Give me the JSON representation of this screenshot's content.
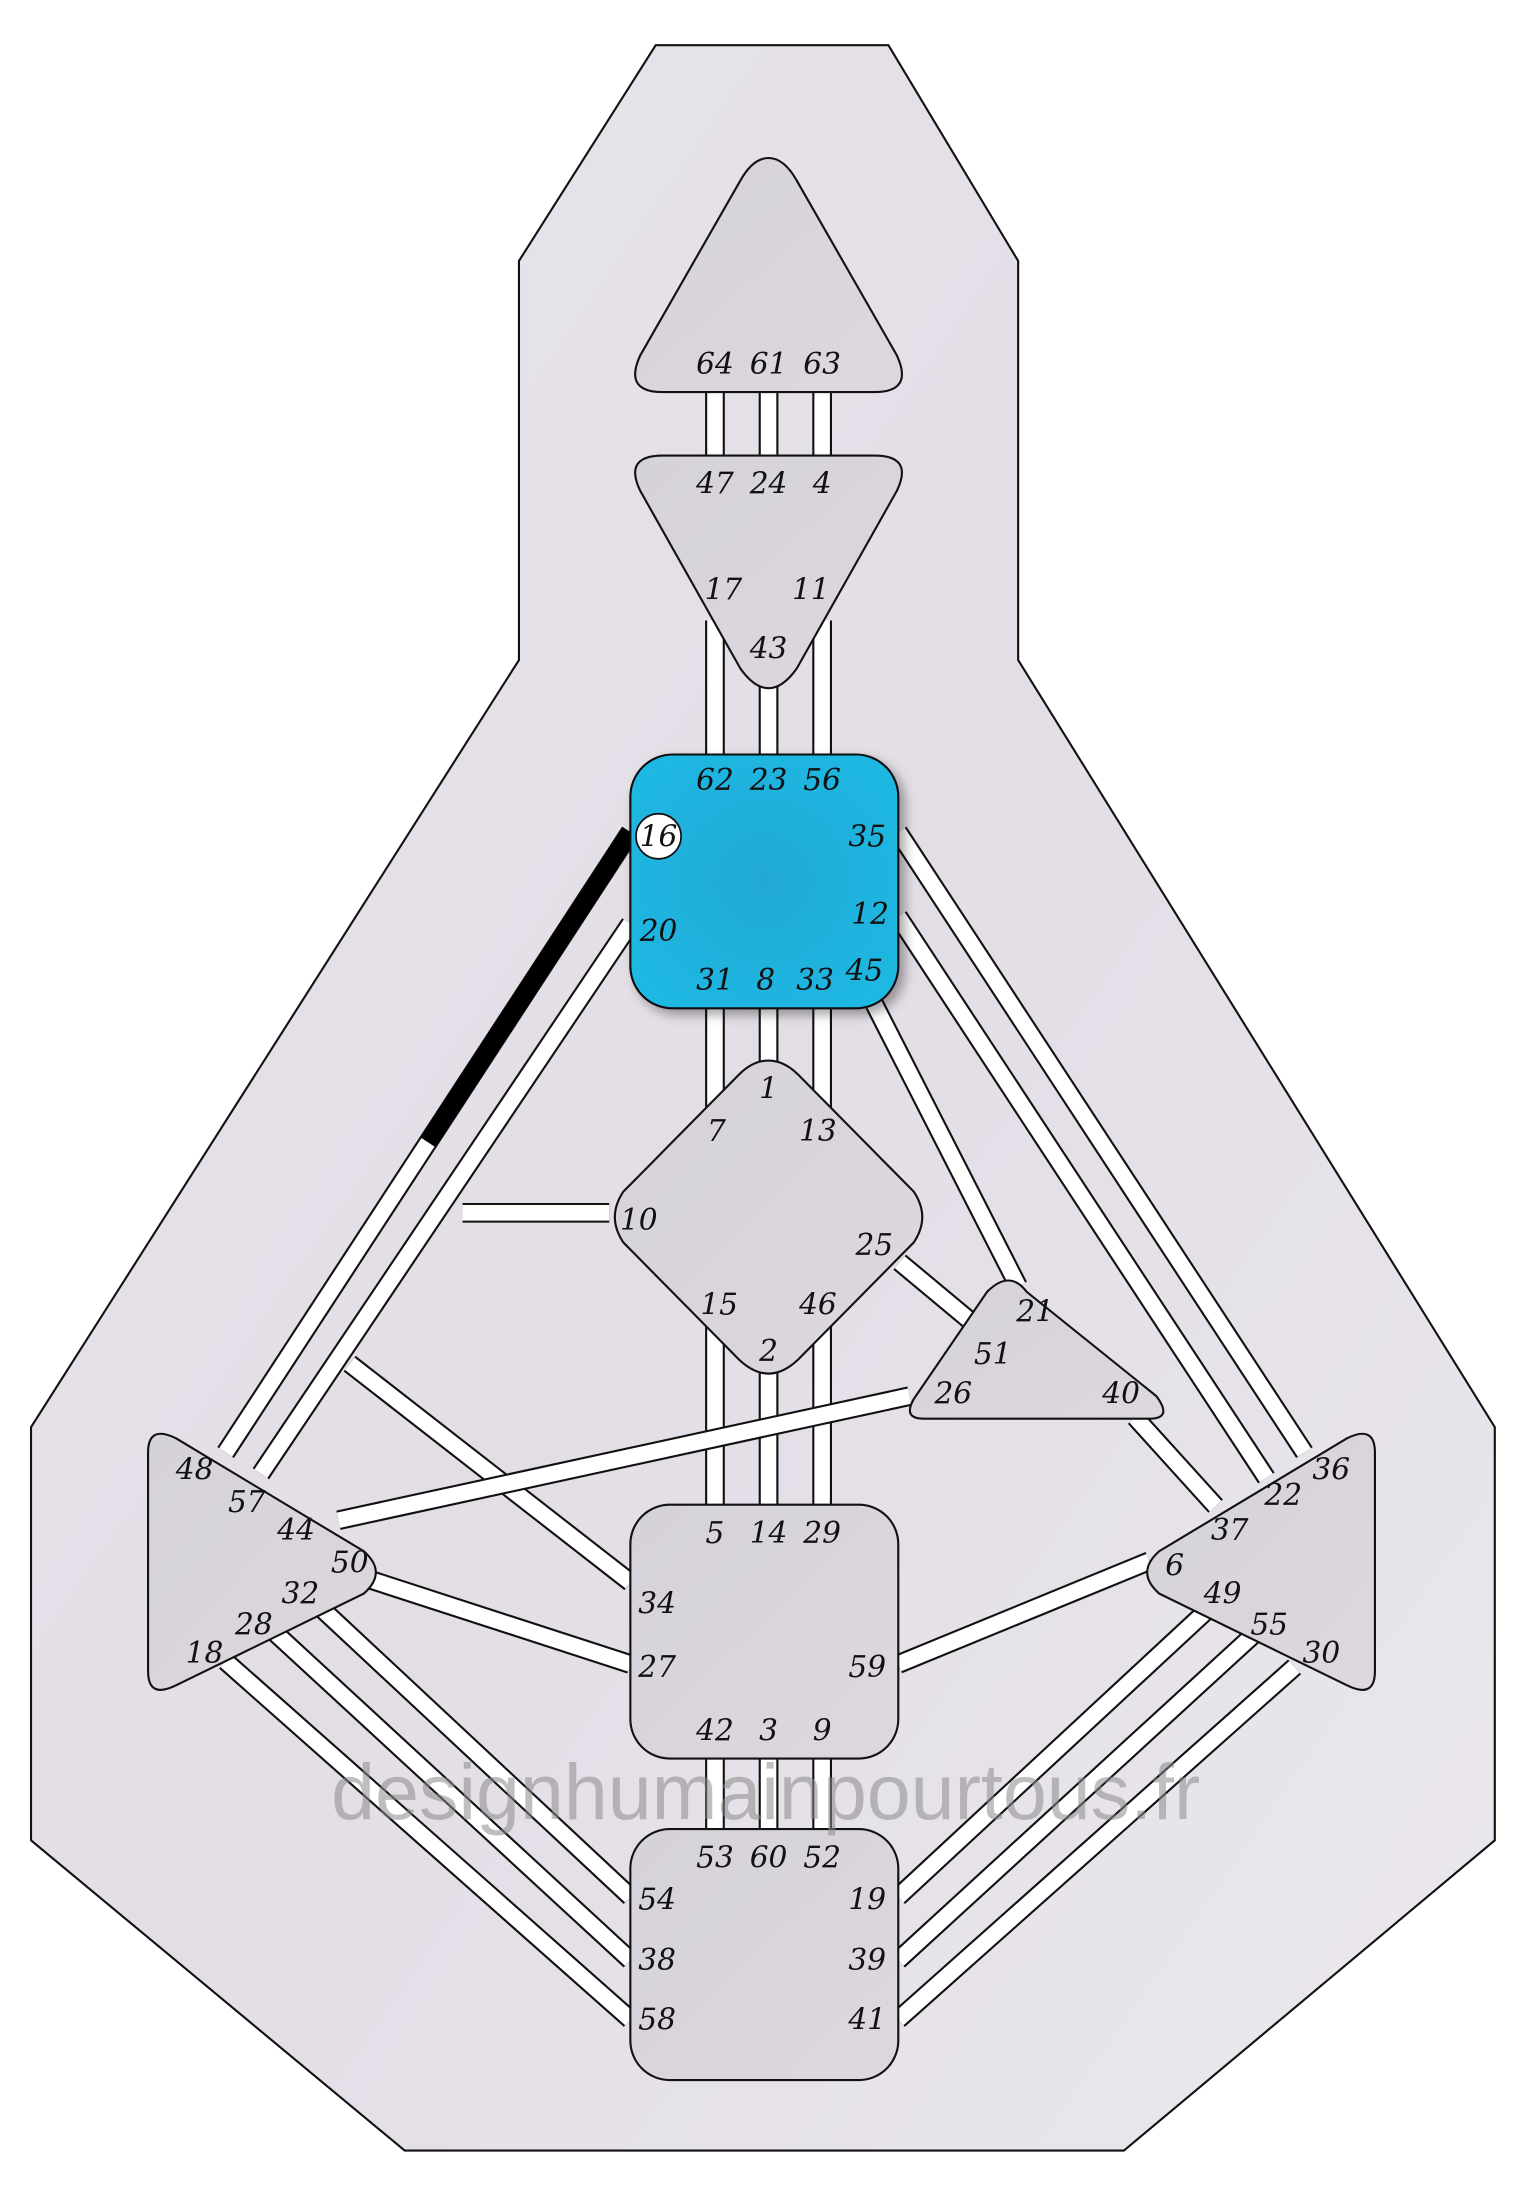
{
  "watermark": "designhumainpourtous.fr",
  "colors": {
    "body_fill": "#e6e2e8",
    "center_fill": "#d9d4dc",
    "defined_center_fill": "#1db4dd",
    "channel_fill": "#ffffff",
    "outline": "#111111",
    "activated": "#000000"
  },
  "centers": [
    {
      "id": "head",
      "defined": false,
      "gates": [
        "64",
        "61",
        "63"
      ]
    },
    {
      "id": "ajna",
      "defined": false,
      "gates": [
        "47",
        "24",
        "4",
        "17",
        "11",
        "43"
      ]
    },
    {
      "id": "throat",
      "defined": true,
      "gates": [
        "62",
        "23",
        "56",
        "16",
        "35",
        "12",
        "20",
        "31",
        "8",
        "33",
        "45"
      ]
    },
    {
      "id": "g",
      "defined": false,
      "gates": [
        "1",
        "7",
        "13",
        "10",
        "25",
        "15",
        "46",
        "2"
      ]
    },
    {
      "id": "ego",
      "defined": false,
      "gates": [
        "21",
        "51",
        "26",
        "40"
      ]
    },
    {
      "id": "spleen",
      "defined": false,
      "gates": [
        "48",
        "57",
        "44",
        "50",
        "32",
        "28",
        "18"
      ]
    },
    {
      "id": "solar-plexus",
      "defined": false,
      "gates": [
        "36",
        "22",
        "37",
        "6",
        "49",
        "55",
        "30"
      ]
    },
    {
      "id": "sacral",
      "defined": false,
      "gates": [
        "5",
        "14",
        "29",
        "34",
        "27",
        "59",
        "42",
        "3",
        "9"
      ]
    },
    {
      "id": "root",
      "defined": false,
      "gates": [
        "53",
        "60",
        "52",
        "54",
        "38",
        "58",
        "19",
        "39",
        "41"
      ]
    }
  ],
  "highlighted_gates": [
    "16"
  ],
  "channels": [
    [
      "64",
      "47"
    ],
    [
      "61",
      "24"
    ],
    [
      "63",
      "4"
    ],
    [
      "17",
      "62"
    ],
    [
      "43",
      "23"
    ],
    [
      "11",
      "56"
    ],
    [
      "31",
      "7"
    ],
    [
      "8",
      "1"
    ],
    [
      "33",
      "13"
    ],
    [
      "15",
      "5"
    ],
    [
      "2",
      "14"
    ],
    [
      "46",
      "29"
    ],
    [
      "42",
      "53"
    ],
    [
      "3",
      "60"
    ],
    [
      "9",
      "52"
    ],
    [
      "16",
      "48"
    ],
    [
      "20",
      "57"
    ],
    [
      "10",
      "57i"
    ],
    [
      "34",
      "57i"
    ],
    [
      "44",
      "26"
    ],
    [
      "50",
      "27"
    ],
    [
      "32",
      "54"
    ],
    [
      "28",
      "38"
    ],
    [
      "18",
      "58"
    ],
    [
      "19",
      "49"
    ],
    [
      "39",
      "55"
    ],
    [
      "41",
      "30"
    ],
    [
      "59",
      "6"
    ],
    [
      "35",
      "36"
    ],
    [
      "12",
      "22"
    ],
    [
      "45",
      "21"
    ],
    [
      "25",
      "51"
    ],
    [
      "40",
      "37"
    ]
  ],
  "active_half_channels": [
    [
      "16",
      "48"
    ]
  ]
}
